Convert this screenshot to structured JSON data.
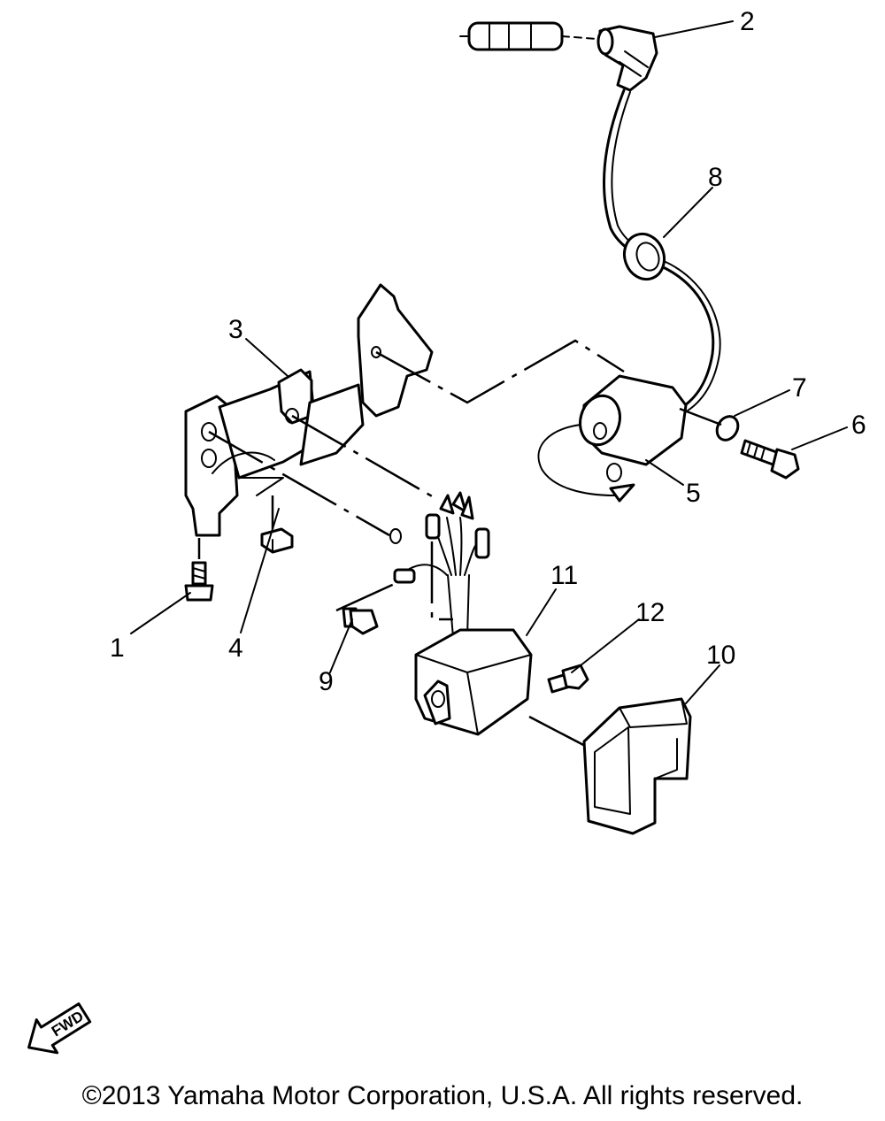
{
  "callouts": [
    {
      "id": "1",
      "label": "1"
    },
    {
      "id": "2",
      "label": "2"
    },
    {
      "id": "3",
      "label": "3"
    },
    {
      "id": "4",
      "label": "4"
    },
    {
      "id": "5",
      "label": "5"
    },
    {
      "id": "6",
      "label": "6"
    },
    {
      "id": "7",
      "label": "7"
    },
    {
      "id": "8",
      "label": "8"
    },
    {
      "id": "9",
      "label": "9"
    },
    {
      "id": "10",
      "label": "10"
    },
    {
      "id": "11",
      "label": "11"
    },
    {
      "id": "12",
      "label": "12"
    }
  ],
  "fwd_label": "FWD",
  "copyright": "©2013 Yamaha Motor Corporation, U.S.A. All rights reserved."
}
